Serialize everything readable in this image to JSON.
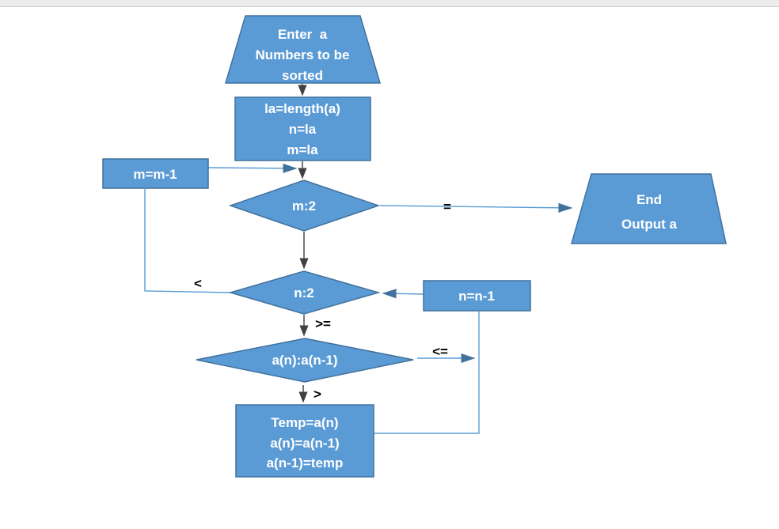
{
  "colors": {
    "shape_fill": "#5B9BD5",
    "shape_border": "#41719C",
    "connector_blue": "#5B9BD5",
    "connector_dark": "#404040",
    "node_text": "#FFFFFF",
    "edge_label_text": "#000000",
    "chrome_bar": "#ECECEC"
  },
  "nodes": {
    "start": {
      "type": "trapezoid-input",
      "lines": [
        "Enter  a",
        "Numbers to be",
        "sorted"
      ]
    },
    "init": {
      "type": "process",
      "lines": [
        "la=length(a)",
        "n=la",
        "m=la"
      ]
    },
    "m_dec": {
      "type": "process",
      "label": "m=m-1"
    },
    "m_test": {
      "type": "decision",
      "label": "m:2"
    },
    "end": {
      "type": "trapezoid-output",
      "lines": [
        "End",
        "Output a"
      ]
    },
    "n_test": {
      "type": "decision",
      "label": "n:2"
    },
    "n_dec": {
      "type": "process",
      "label": "n=n-1"
    },
    "compare": {
      "type": "decision",
      "label": "a(n):a(n-1)"
    },
    "swap": {
      "type": "process",
      "lines": [
        "Temp=a(n)",
        "a(n)=a(n-1)",
        "a(n-1)=temp"
      ]
    }
  },
  "edge_labels": {
    "equal": "=",
    "less": "<",
    "greater_equal": ">=",
    "less_equal": "<=",
    "greater": ">"
  }
}
